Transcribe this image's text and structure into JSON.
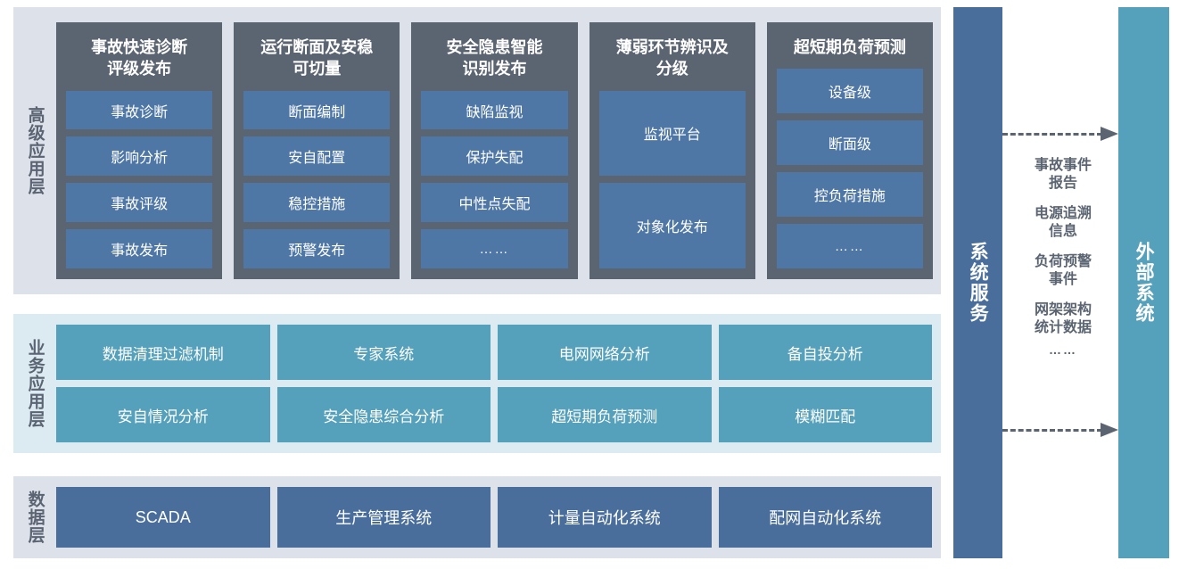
{
  "layers": {
    "advanced": {
      "label": "高级应用层",
      "columns": [
        {
          "title": "事故快速诊断\n评级发布",
          "items": [
            "事故诊断",
            "影响分析",
            "事故评级",
            "事故发布"
          ]
        },
        {
          "title": "运行断面及安稳\n可切量",
          "items": [
            "断面编制",
            "安自配置",
            "稳控措施",
            "预警发布"
          ]
        },
        {
          "title": "安全隐患智能\n识别发布",
          "items": [
            "缺陷监视",
            "保护失配",
            "中性点失配",
            "……"
          ]
        },
        {
          "title": "薄弱环节辨识及\n分级",
          "items": [
            "监视平台",
            "对象化发布"
          ]
        },
        {
          "title": "超短期负荷预测",
          "items": [
            "设备级",
            "断面级",
            "控负荷措施",
            "……"
          ]
        }
      ]
    },
    "business": {
      "label": "业务应用层",
      "rows": [
        [
          "数据清理过滤机制",
          "专家系统",
          "电网网络分析",
          "备自投分析"
        ],
        [
          "安自情况分析",
          "安全隐患综合分析",
          "超短期负荷预测",
          "模糊匹配"
        ]
      ]
    },
    "data": {
      "label": "数据层",
      "items": [
        "SCADA",
        "生产管理系统",
        "计量自动化系统",
        "配网自动化系统"
      ]
    }
  },
  "side": {
    "system_service": "系统服务",
    "external_system": "外部系统",
    "flow_labels": [
      "事故事件\n报告",
      "电源追溯\n信息",
      "负荷预警\n事件",
      "网架架构\n统计数据"
    ],
    "flow_ellipsis": "……"
  },
  "colors": {
    "panel_gray": "#dde2ea",
    "panel_blue": "#dcebf2",
    "card_dark": "#5b6471",
    "card_steel": "#4f77a6",
    "card_teal": "#55a0bb",
    "card_navy": "#4a6e9b",
    "label_text": "#5b6471"
  }
}
